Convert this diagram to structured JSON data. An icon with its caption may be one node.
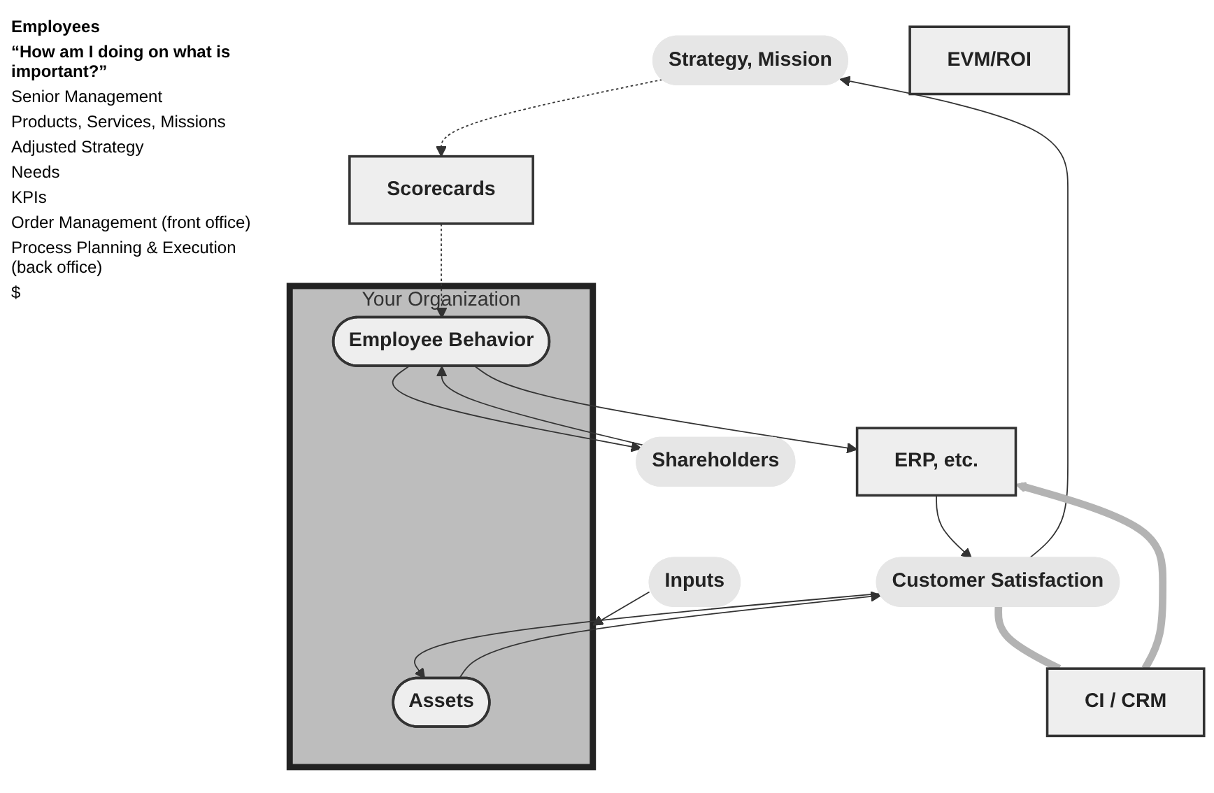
{
  "diagram": {
    "nodes": [
      {
        "text": [
          "Strategy, Mission"
        ]
      },
      {
        "text": [
          "Customer Satisfaction"
        ]
      },
      {
        "text": [
          "ERP, etc."
        ]
      },
      {
        "text": [
          "CI / CRM"
        ]
      },
      {
        "text": [
          "Your Organization"
        ]
      },
      {
        "text": [
          "Assets"
        ],
        "in": 4
      },
      {
        "text": [
          "Employee Behavior"
        ],
        "in": 4
      },
      {
        "text": [
          "Scorecards"
        ],
        "beside": [
          "Employees",
          "“How am I doing on what is important?”"
        ]
      },
      {
        "text": [
          "Inputs"
        ]
      },
      {
        "text": [
          "EVM/ROI"
        ]
      },
      {
        "text": [
          "Shareholders"
        ]
      }
    ],
    "edges": [
      {
        "from": 0,
        "to": 7,
        "arrow": "to",
        "style": "dashed"
      },
      {
        "from": 1,
        "to": 0,
        "arrow": "to"
      },
      {
        "from": 2,
        "to": 1,
        "arrow": "to"
      },
      {
        "from": 1,
        "to": 3,
        "arrow": "none",
        "style": "thick",
        "color": "#b3b3b3"
      },
      {
        "from": 3,
        "to": 2,
        "arrow": "to",
        "style": "thick",
        "color": "#b3b3b3"
      },
      {
        "from": 5,
        "to": 1,
        "arrow": "to"
      },
      {
        "from": 1,
        "to": 5,
        "arrow": "to"
      },
      {
        "from": 6,
        "to": 2,
        "arrow": "to"
      },
      {
        "from": 7,
        "to": 6,
        "arrow": "to",
        "style": "dashed"
      },
      {
        "from": 8,
        "to": 4,
        "arrow": "to"
      },
      {
        "from": 6,
        "to": 10,
        "arrow": "to"
      },
      {
        "from": 10,
        "to": 6,
        "arrow": "to"
      }
    ],
    "labels": [
      "Senior Management",
      "Products, Services, Missions",
      "Adjusted Strategy",
      "Needs",
      "KPIs",
      "Order Management (front office)",
      "Process Planning & Execution (back office)",
      "$"
    ]
  }
}
